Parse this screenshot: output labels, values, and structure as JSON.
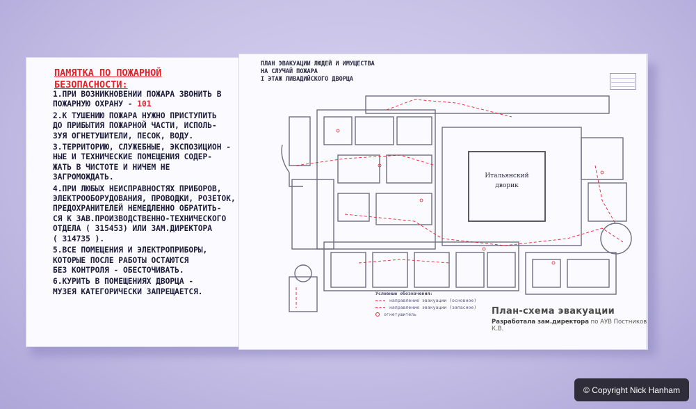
{
  "memo": {
    "title": "ПАМЯТКА ПО ПОЖАРНОЙ\nБЕЗОПАСНОСТИ:",
    "items": [
      {
        "text": "1.ПРИ ВОЗНИКНОВЕНИИ ПОЖАРА ЗВОНИТЬ В\nПОЖАРНУЮ ОХРАНУ - ",
        "highlight": "101"
      },
      {
        "text": "2.К ТУШЕНИЮ ПОЖАРА НУЖНО ПРИСТУПИТЬ\nДО ПРИБЫТИЯ ПОЖАРНОЙ ЧАСТИ, ИСПОЛЬ-\nЗУЯ ОГНЕТУШИТЕЛИ, ПЕСОК, ВОДУ.",
        "highlight": ""
      },
      {
        "text": "3.ТЕРРИТОРИЮ, СЛУЖЕБНЫЕ, ЭКСПОЗИЦИОН -\nНЫЕ И ТЕХНИЧЕСКИЕ ПОМЕЩЕНИЯ СОДЕР-\nЖАТЬ В ЧИСТОТЕ И НИЧЕМ НЕ\nЗАГРОМОЖДАТЬ.",
        "highlight": ""
      },
      {
        "text": "4.ПРИ ЛЮБЫХ НЕИСПРАВНОСТЯХ ПРИБОРОВ,\nЭЛЕКТРООБОРУДОВАНИЯ, ПРОВОДКИ, РОЗЕТОК,\nПРЕДОХРАНИТЕЛЕЙ НЕМЕДЛЕННО ОБРАТИТЬ-\nСЯ К ЗАВ.ПРОИЗВОДСТВЕННО-ТЕХНИЧЕСКОГО\nОТДЕЛА ( 315453) ИЛИ ЗАМ.ДИРЕКТОРА\n( 314735 ).",
        "highlight": ""
      },
      {
        "text": "5.ВСЕ ПОМЕЩЕНИЯ И ЭЛЕКТРОПРИБОРЫ,\nКОТОРЫЕ ПОСЛЕ РАБОТЫ ОСТАЮТСЯ\nБЕЗ КОНТРОЛЯ - ОБЕСТОЧИВАТЬ.",
        "highlight": ""
      },
      {
        "text": "6.КУРИТЬ В ПОМЕЩЕНИЯХ ДВОРЦА -\nМУЗЕЯ КАТЕГОРИЧЕСКИ ЗАПРЕЩАЕТСЯ.",
        "highlight": ""
      }
    ]
  },
  "plan": {
    "header": "ПЛАН ЭВАКУАЦИИ ЛЮДЕЙ И ИМУЩЕСТВА\nНА СЛУЧАЙ ПОЖАРА\nI ЭТАЖ ЛИВАДИЙСКОГО ДВОРЦА",
    "courtyard_label_1": "Итальянский",
    "courtyard_label_2": "дворик",
    "legend": {
      "title": "Условные обозначения:",
      "rows": [
        "направление эвакуации (основное)",
        "направление эвакуации (запасное)",
        "огнетушитель"
      ]
    },
    "scheme_title": "План-схема эвакуации",
    "author_bold": "Разработала зам.директора",
    "author_rest": "по АУВ Постников К.В."
  },
  "copyright": "© Copyright Nick Hanham",
  "colors": {
    "memo_title": "#e8202a",
    "memo_text": "#1d1b3a",
    "evac_route": "#e8202a",
    "wall": "#c6c0e6"
  }
}
